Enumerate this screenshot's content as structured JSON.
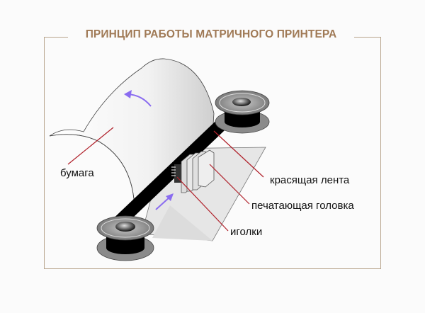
{
  "title": "ПРИНЦИП РАБОТЫ МАТРИЧНОГО ПРИНТЕРА",
  "labels": {
    "paper": "бумага",
    "ribbon": "красящая лента",
    "print_head": "печатающая головка",
    "needles": "иголки"
  },
  "colors": {
    "title": "#a07a56",
    "frame": "#b8a58d",
    "pointer": "#b0202a",
    "arrow": "#8a6cf0",
    "ribbon": "#000000"
  }
}
